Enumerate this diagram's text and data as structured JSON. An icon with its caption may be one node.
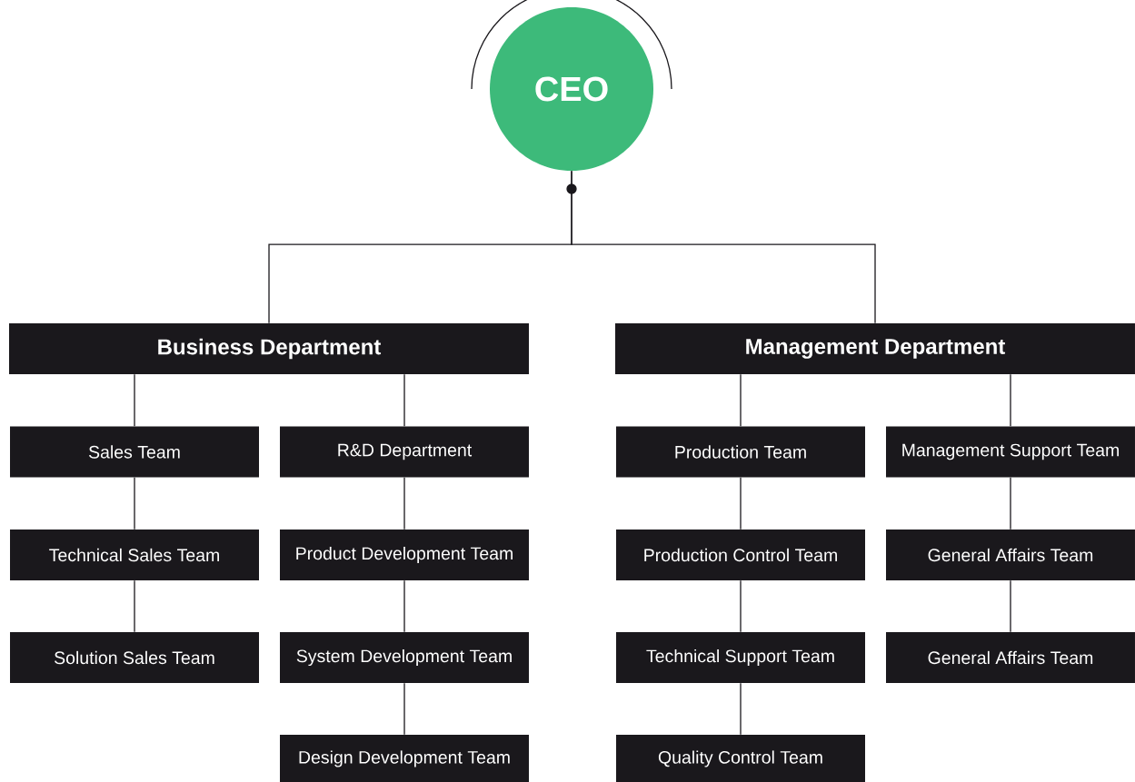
{
  "diagram": {
    "nodes": [
      {
        "text": [
          "CEO"
        ]
      },
      {
        "text": [
          "Business Department"
        ]
      },
      {
        "text": [
          "Sales Team"
        ]
      },
      {
        "text": [
          "Technical Sales Team"
        ]
      },
      {
        "text": [
          "Solution Sales Team"
        ]
      },
      {
        "text": [
          "R&D Department"
        ]
      },
      {
        "text": [
          "Product Development Team"
        ]
      },
      {
        "text": [
          "System Development Team"
        ]
      },
      {
        "text": [
          "Design Development Team"
        ]
      },
      {
        "text": [
          "Management Department"
        ]
      },
      {
        "text": [
          "Production Team"
        ]
      },
      {
        "text": [
          "Production Control Team"
        ]
      },
      {
        "text": [
          "Technical Support Team"
        ]
      },
      {
        "text": [
          "Quality Control Team"
        ]
      },
      {
        "text": [
          "Management Support Team"
        ]
      },
      {
        "text": [
          "General Affairs Team"
        ]
      },
      {
        "text": [
          "General Affairs Team"
        ]
      }
    ],
    "edges": [
      {
        "from": 0,
        "to": 1,
        "arrow": "none"
      },
      {
        "from": 0,
        "to": 9,
        "arrow": "none"
      },
      {
        "from": 1,
        "to": 2,
        "arrow": "none"
      },
      {
        "from": 2,
        "to": 3,
        "arrow": "none"
      },
      {
        "from": 3,
        "to": 4,
        "arrow": "none"
      },
      {
        "from": 1,
        "to": 5,
        "arrow": "none"
      },
      {
        "from": 5,
        "to": 6,
        "arrow": "none"
      },
      {
        "from": 6,
        "to": 7,
        "arrow": "none"
      },
      {
        "from": 7,
        "to": 8,
        "arrow": "none"
      },
      {
        "from": 9,
        "to": 10,
        "arrow": "none"
      },
      {
        "from": 10,
        "to": 11,
        "arrow": "none"
      },
      {
        "from": 11,
        "to": 12,
        "arrow": "none"
      },
      {
        "from": 12,
        "to": 13,
        "arrow": "none"
      },
      {
        "from": 9,
        "to": 14,
        "arrow": "none"
      },
      {
        "from": 14,
        "to": 15,
        "arrow": "none"
      },
      {
        "from": 15,
        "to": 16,
        "arrow": "none"
      }
    ]
  }
}
